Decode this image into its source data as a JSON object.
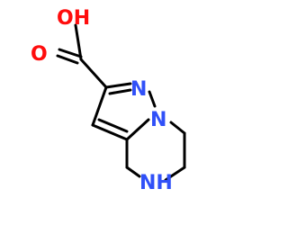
{
  "molecule": {
    "atoms": {
      "hydroxyl": "OH",
      "carbonyl_oxygen": "O",
      "pyrazole_nitrogen_2": "N",
      "pyrazole_nitrogen_1": "N",
      "ring_amine": "NH"
    },
    "colors": {
      "bond": "#000000",
      "oxygen": "#ff0d0d",
      "nitrogen": "#3050f8"
    }
  }
}
